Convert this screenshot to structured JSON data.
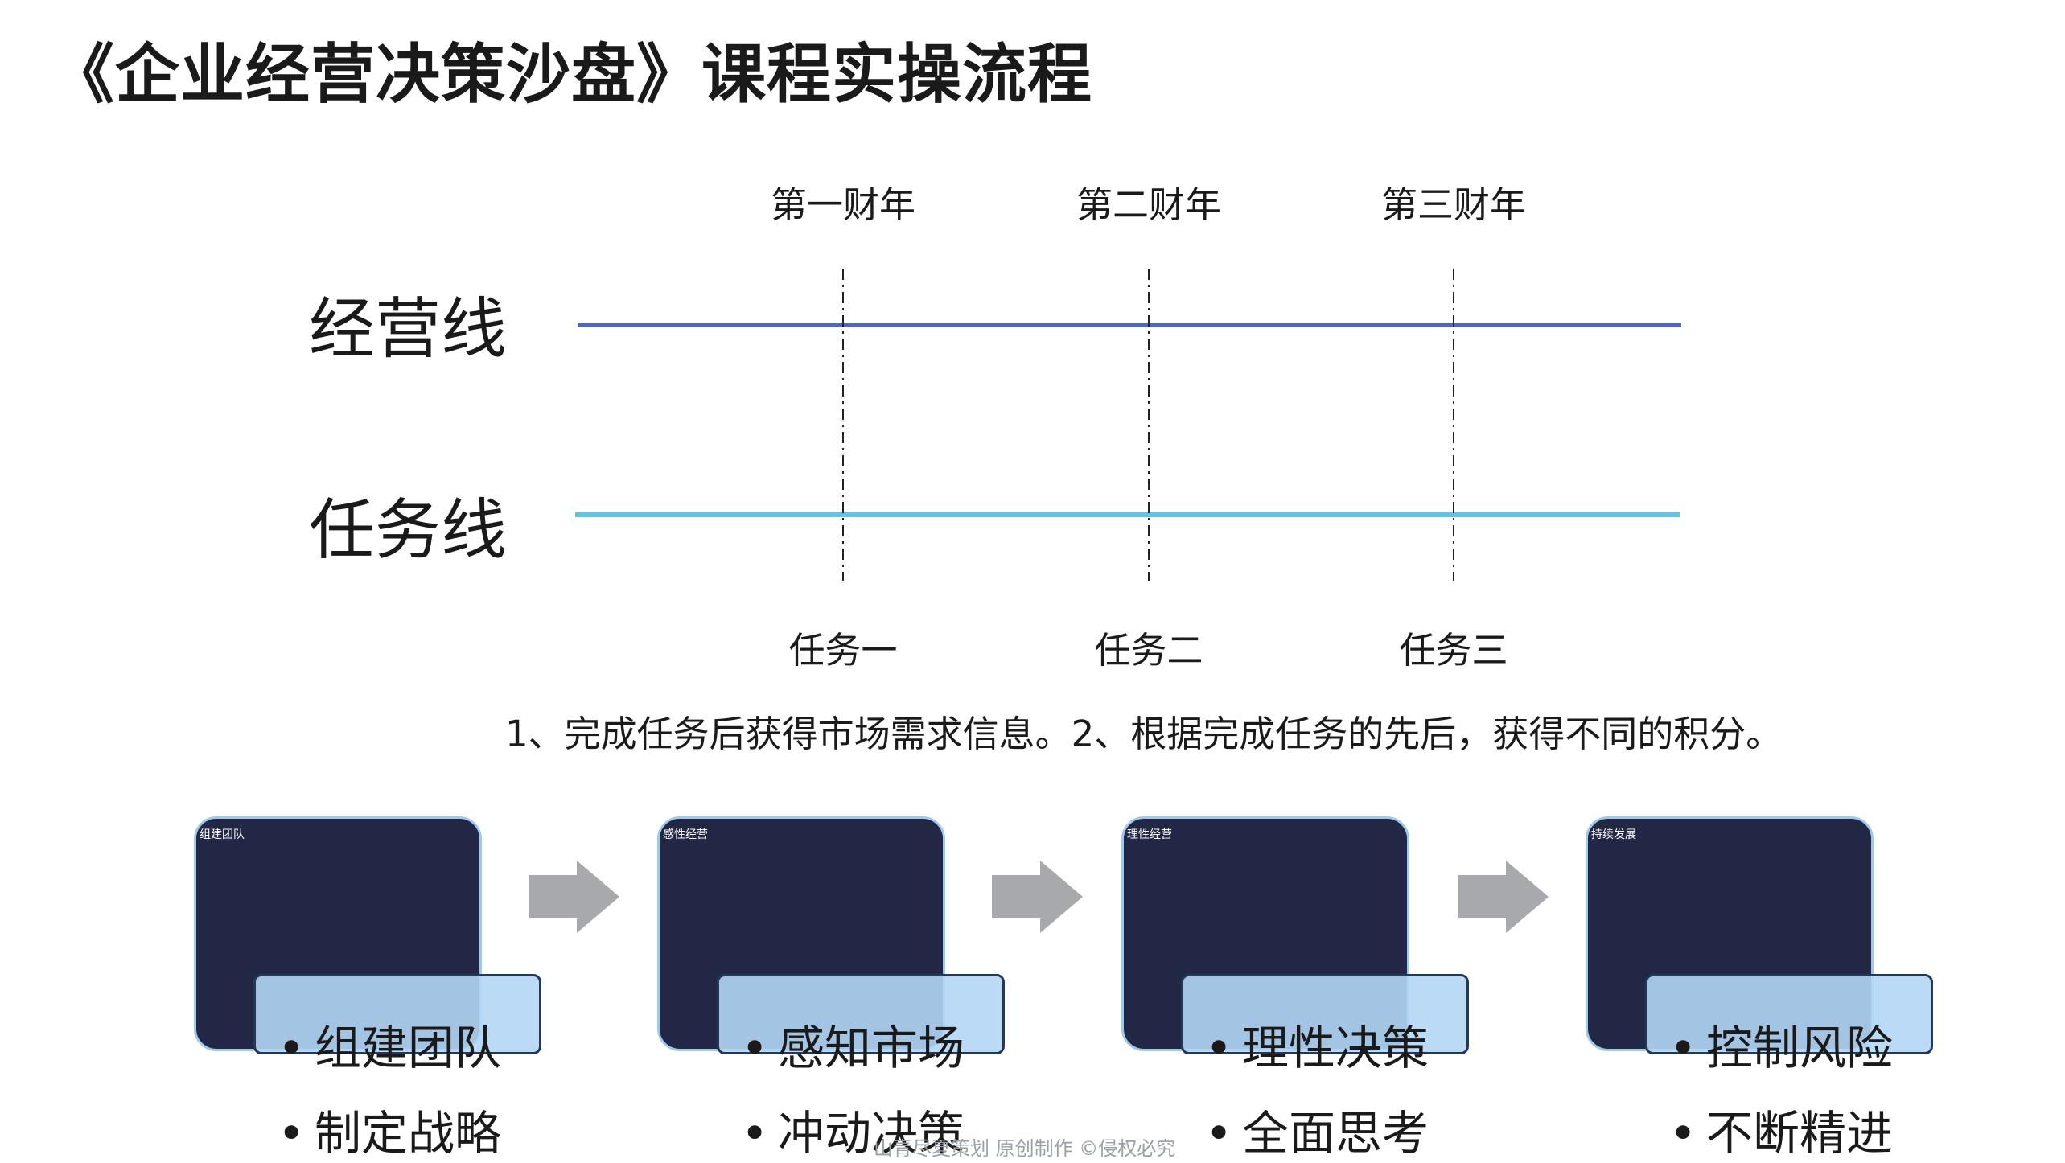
{
  "title": "《企业经营决策沙盘》课程实操流程",
  "timeline": {
    "years": [
      "第一财年",
      "第二财年",
      "第三财年"
    ],
    "tasks": [
      "任务一",
      "任务二",
      "任务三"
    ],
    "lines": [
      {
        "label": "经营线",
        "color": "#5366bd"
      },
      {
        "label": "任务线",
        "color": "#5bc6ea"
      }
    ]
  },
  "note": "1、完成任务后获得市场需求信息。2、根据完成任务的先后，获得不同的积分。",
  "stages": [
    {
      "label": "组建团队",
      "bullets": [
        "组建团队",
        "制定战略"
      ]
    },
    {
      "label": "感性经营",
      "bullets": [
        "感知市场",
        "冲动决策"
      ]
    },
    {
      "label": "理性经营",
      "bullets": [
        "理性决策",
        "全面思考"
      ]
    },
    {
      "label": "持续发展",
      "bullets": [
        "控制风险",
        "不断精进"
      ]
    }
  ],
  "footer": "山青尽夏策划 原创制作 ©侵权必究",
  "colors": {
    "box": "#222745",
    "arrow": "#a7a9ac",
    "overlay": "#b2d6f5"
  }
}
